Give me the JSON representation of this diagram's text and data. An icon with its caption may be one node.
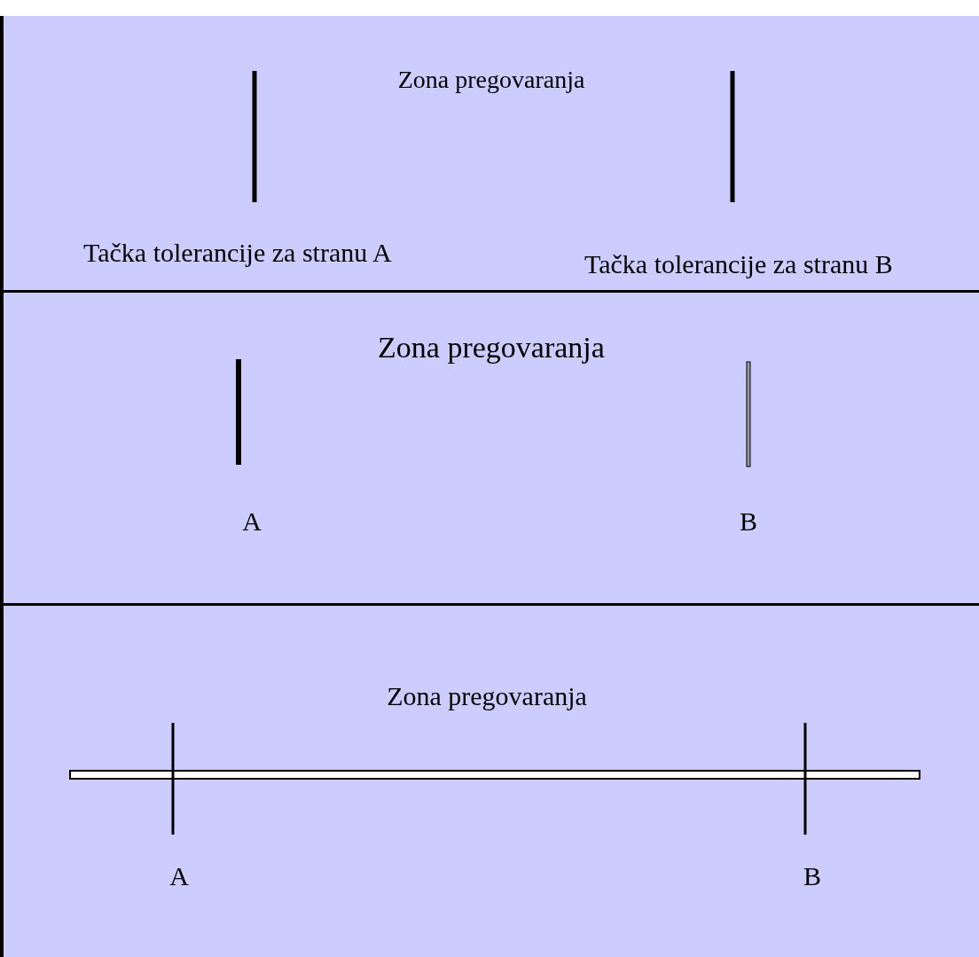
{
  "diagram": {
    "nodes": [
      {
        "text": [
          "Zona pregovaranja",
          "Tačka tolerancije za stranu A",
          "Tačka tolerancije za stranu B"
        ]
      },
      {
        "text": [
          "Zona pregovaranja",
          "A",
          "B"
        ]
      },
      {
        "text": [
          "Zona pregovaranja",
          "A",
          "B"
        ]
      }
    ]
  }
}
